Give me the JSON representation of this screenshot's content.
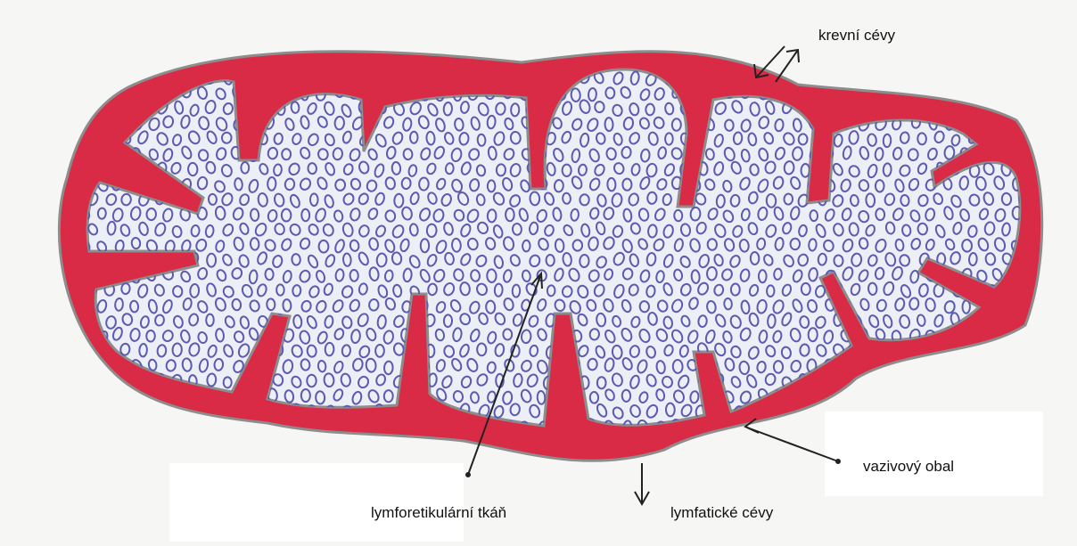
{
  "labels": {
    "blood_vessels": "krevní cévy",
    "connective_capsule": "vazivový obal",
    "lymphoreticular_tissue": "lymforetikulární tkáň",
    "lymphatic_vessels": "lymfatické cévy"
  },
  "colors": {
    "paper": "#f6f6f4",
    "capsule_red": "#d92b45",
    "capsule_edge": "#8d8d8d",
    "tissue_bg": "#eceff6",
    "cell_blue": "#5d5bb0",
    "arrow": "#222222"
  }
}
